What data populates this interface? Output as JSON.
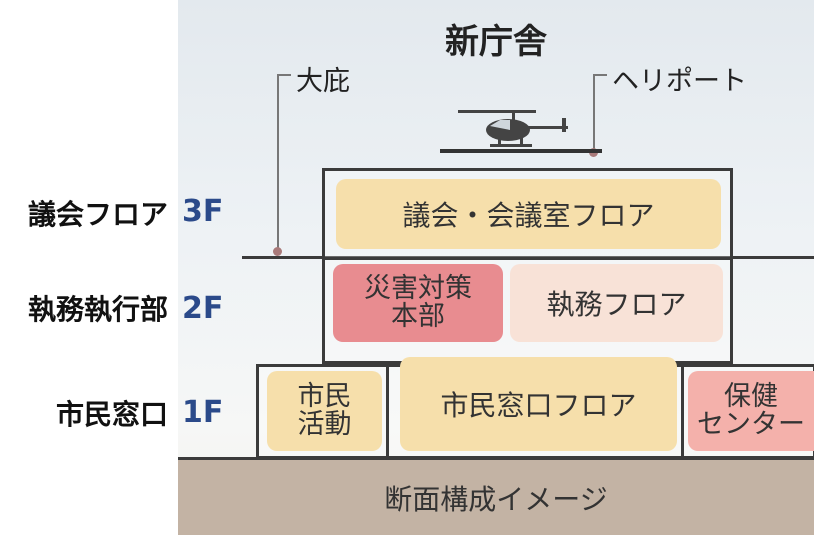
{
  "diagram": {
    "title": "新庁舎",
    "callouts": {
      "left": "大庇",
      "right": "ヘリポート"
    },
    "floor_side_labels": [
      "議会フロア",
      "執務執行部",
      "市民窓口"
    ],
    "floor_numbers": [
      "3F",
      "2F",
      "1F"
    ],
    "floors": {
      "f3": {
        "room": "議会・会議室フロア"
      },
      "f2": {
        "disaster_room_line1": "災害対策",
        "disaster_room_line2": "本部",
        "office_room": "執務フロア"
      },
      "f1": {
        "activity_line1": "市民",
        "activity_line2": "活動",
        "counter_room": "市民窓口フロア",
        "health_line1": "保健",
        "health_line2": "センター"
      }
    },
    "footer": "断面構成イメージ",
    "colors": {
      "beige_room": "#f6dfab",
      "disaster_room": "#e88c90",
      "office_room": "#f8e2d7",
      "health_room": "#f4b1ab",
      "floor_number": "#2b4a8a",
      "ground": "#c3b3a4"
    },
    "icons": [
      "helicopter-icon"
    ]
  }
}
